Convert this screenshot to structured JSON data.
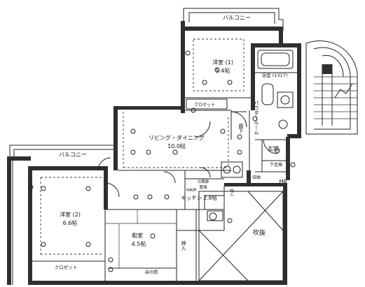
{
  "rooms": {
    "balcony_top": "バルコニー",
    "western1_name": "洋室 (1)",
    "western1_size": "5.4帖",
    "closet_top": "クロゼット",
    "bath": "浴室 (1317)",
    "powder_room": "パウダールーム",
    "living_name": "リビング・ダイニング",
    "living_size": "10.0帖",
    "corridor": "廊下",
    "entrance": "玄関",
    "shoe_box": "下足箱",
    "balcony_left": "バルコニー",
    "kitchen": "キッチン 2.8帖",
    "western2_name": "洋室 (2)",
    "western2_size": "6.6帖",
    "japanese_name": "和室",
    "japanese_size": "4.5帖",
    "oshiire": "押入",
    "closet_bottom": "クロゼット",
    "atrium": "吹抜",
    "mb": "MB",
    "hair": "HAIR",
    "storage": "収納",
    "hall_storage": "物入",
    "tokonoma": "床の間",
    "fridge": "冷蔵庫",
    "space": "置場"
  }
}
